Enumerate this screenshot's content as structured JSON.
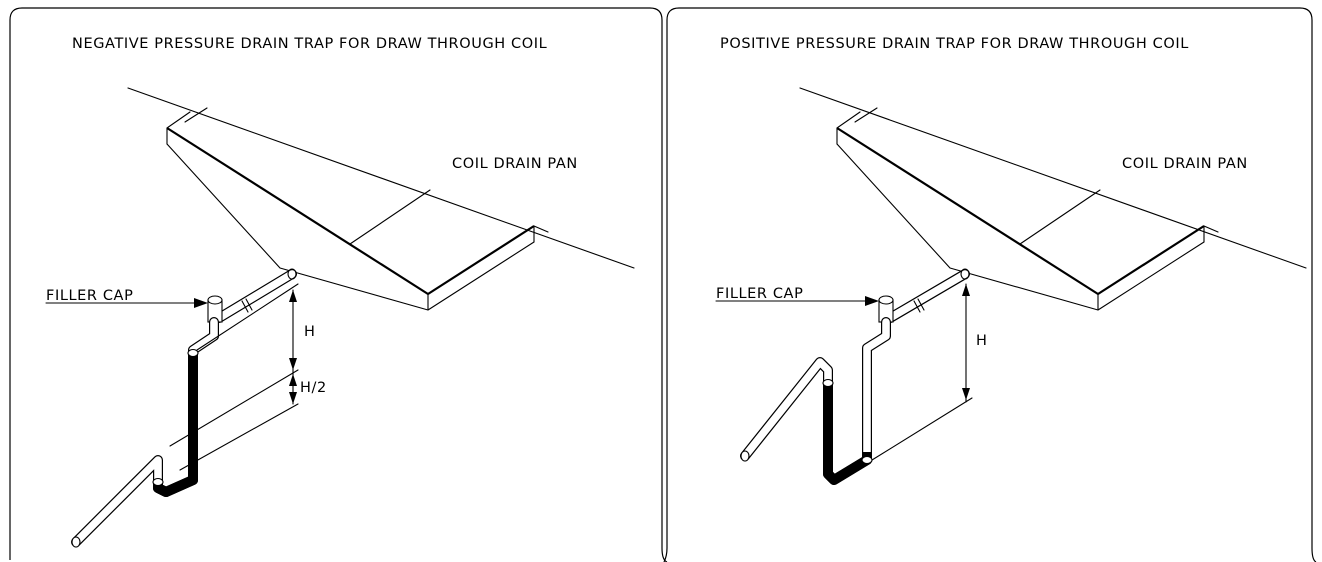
{
  "panels": [
    {
      "title": "NEGATIVE PRESSURE DRAIN TRAP FOR DRAW THROUGH COIL",
      "drain_pan_label": "COIL DRAIN PAN",
      "filler_cap_label": "FILLER CAP",
      "dimensions": [
        "H",
        "H/2"
      ]
    },
    {
      "title": "POSITIVE PRESSURE DRAIN TRAP FOR DRAW THROUGH COIL",
      "drain_pan_label": "COIL DRAIN PAN",
      "filler_cap_label": "FILLER CAP",
      "dimensions": [
        "H"
      ]
    }
  ]
}
